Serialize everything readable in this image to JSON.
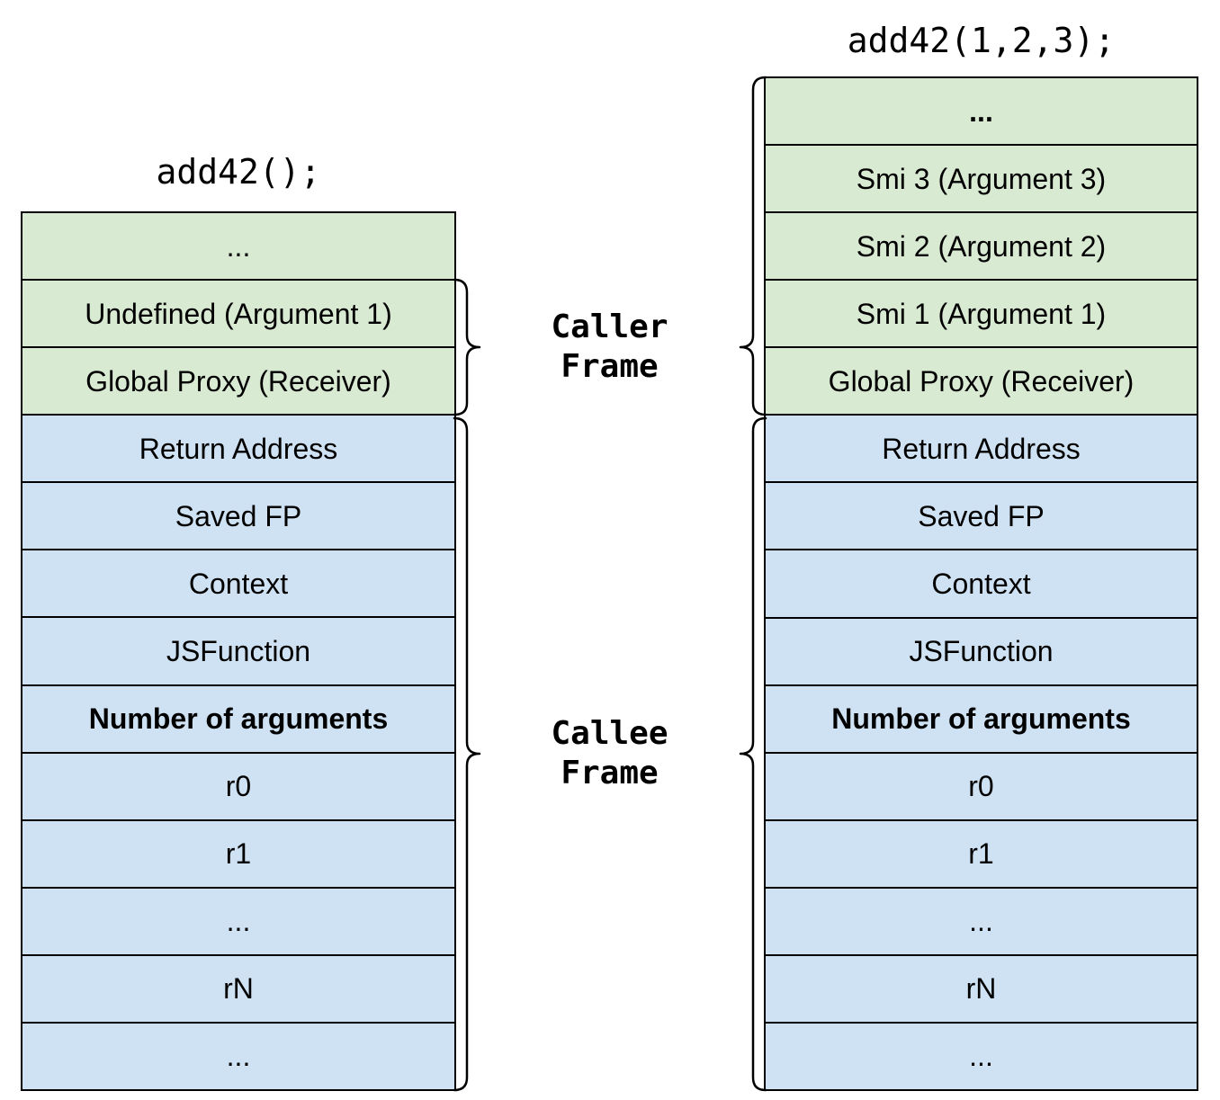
{
  "diagram": {
    "colors": {
      "green": "#d9ead3",
      "blue": "#cfe2f3",
      "border": "#000000",
      "background": "#ffffff"
    },
    "caller_label": "Caller\nFrame",
    "callee_label": "Callee\nFrame",
    "left": {
      "title": "add42();",
      "rows": [
        {
          "label": "...",
          "color": "green",
          "bold": false
        },
        {
          "label": "Undefined (Argument 1)",
          "color": "green",
          "bold": false
        },
        {
          "label": "Global Proxy (Receiver)",
          "color": "green",
          "bold": false
        },
        {
          "label": "Return Address",
          "color": "blue",
          "bold": false
        },
        {
          "label": "Saved FP",
          "color": "blue",
          "bold": false
        },
        {
          "label": "Context",
          "color": "blue",
          "bold": false
        },
        {
          "label": "JSFunction",
          "color": "blue",
          "bold": false
        },
        {
          "label": "Number of arguments",
          "color": "blue",
          "bold": true
        },
        {
          "label": "r0",
          "color": "blue",
          "bold": false
        },
        {
          "label": "r1",
          "color": "blue",
          "bold": false
        },
        {
          "label": "...",
          "color": "blue",
          "bold": false
        },
        {
          "label": "rN",
          "color": "blue",
          "bold": false
        },
        {
          "label": "...",
          "color": "blue",
          "bold": false
        }
      ]
    },
    "right": {
      "title": "add42(1,2,3);",
      "rows": [
        {
          "label": "...",
          "color": "green",
          "bold": true
        },
        {
          "label": "Smi 3 (Argument 3)",
          "color": "green",
          "bold": false
        },
        {
          "label": "Smi 2 (Argument 2)",
          "color": "green",
          "bold": false
        },
        {
          "label": "Smi 1 (Argument 1)",
          "color": "green",
          "bold": false
        },
        {
          "label": "Global Proxy (Receiver)",
          "color": "green",
          "bold": false
        },
        {
          "label": "Return Address",
          "color": "blue",
          "bold": false
        },
        {
          "label": "Saved FP",
          "color": "blue",
          "bold": false
        },
        {
          "label": "Context",
          "color": "blue",
          "bold": false
        },
        {
          "label": "JSFunction",
          "color": "blue",
          "bold": false
        },
        {
          "label": "Number of arguments",
          "color": "blue",
          "bold": true
        },
        {
          "label": "r0",
          "color": "blue",
          "bold": false
        },
        {
          "label": "r1",
          "color": "blue",
          "bold": false
        },
        {
          "label": "...",
          "color": "blue",
          "bold": false
        },
        {
          "label": "rN",
          "color": "blue",
          "bold": false
        },
        {
          "label": "...",
          "color": "blue",
          "bold": false
        }
      ]
    }
  }
}
